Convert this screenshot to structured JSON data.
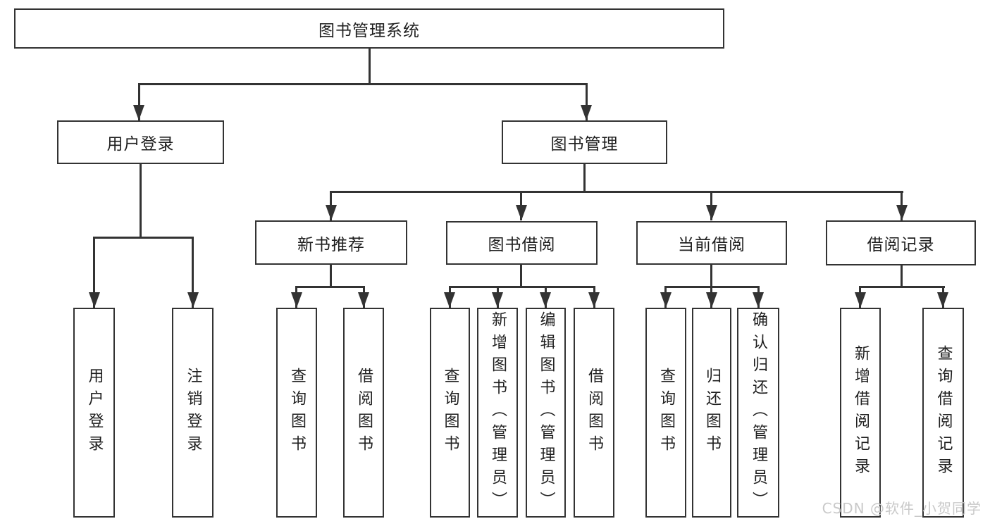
{
  "title": "图书管理系统",
  "watermark": "CSDN @软件_小贺同学",
  "colors": {
    "line": "#333333",
    "text": "#1f1f1f",
    "box_background": "#ffffff",
    "watermark": "#c9c9c9"
  },
  "tree": {
    "root": "图书管理系统",
    "children": [
      {
        "label": "用户登录",
        "children": [
          "用户登录",
          "注销登录"
        ]
      },
      {
        "label": "图书管理",
        "children": [
          {
            "label": "新书推荐",
            "children": [
              "查询图书",
              "借阅图书"
            ]
          },
          {
            "label": "图书借阅",
            "children": [
              "查询图书",
              "新增图书（管理员）",
              "编辑图书（管理员）",
              "借阅图书"
            ]
          },
          {
            "label": "当前借阅",
            "children": [
              "查询图书",
              "归还图书",
              "确认归还（管理员）"
            ]
          },
          {
            "label": "借阅记录",
            "children": [
              "新增借阅记录",
              "查询借阅记录"
            ]
          }
        ]
      }
    ]
  }
}
